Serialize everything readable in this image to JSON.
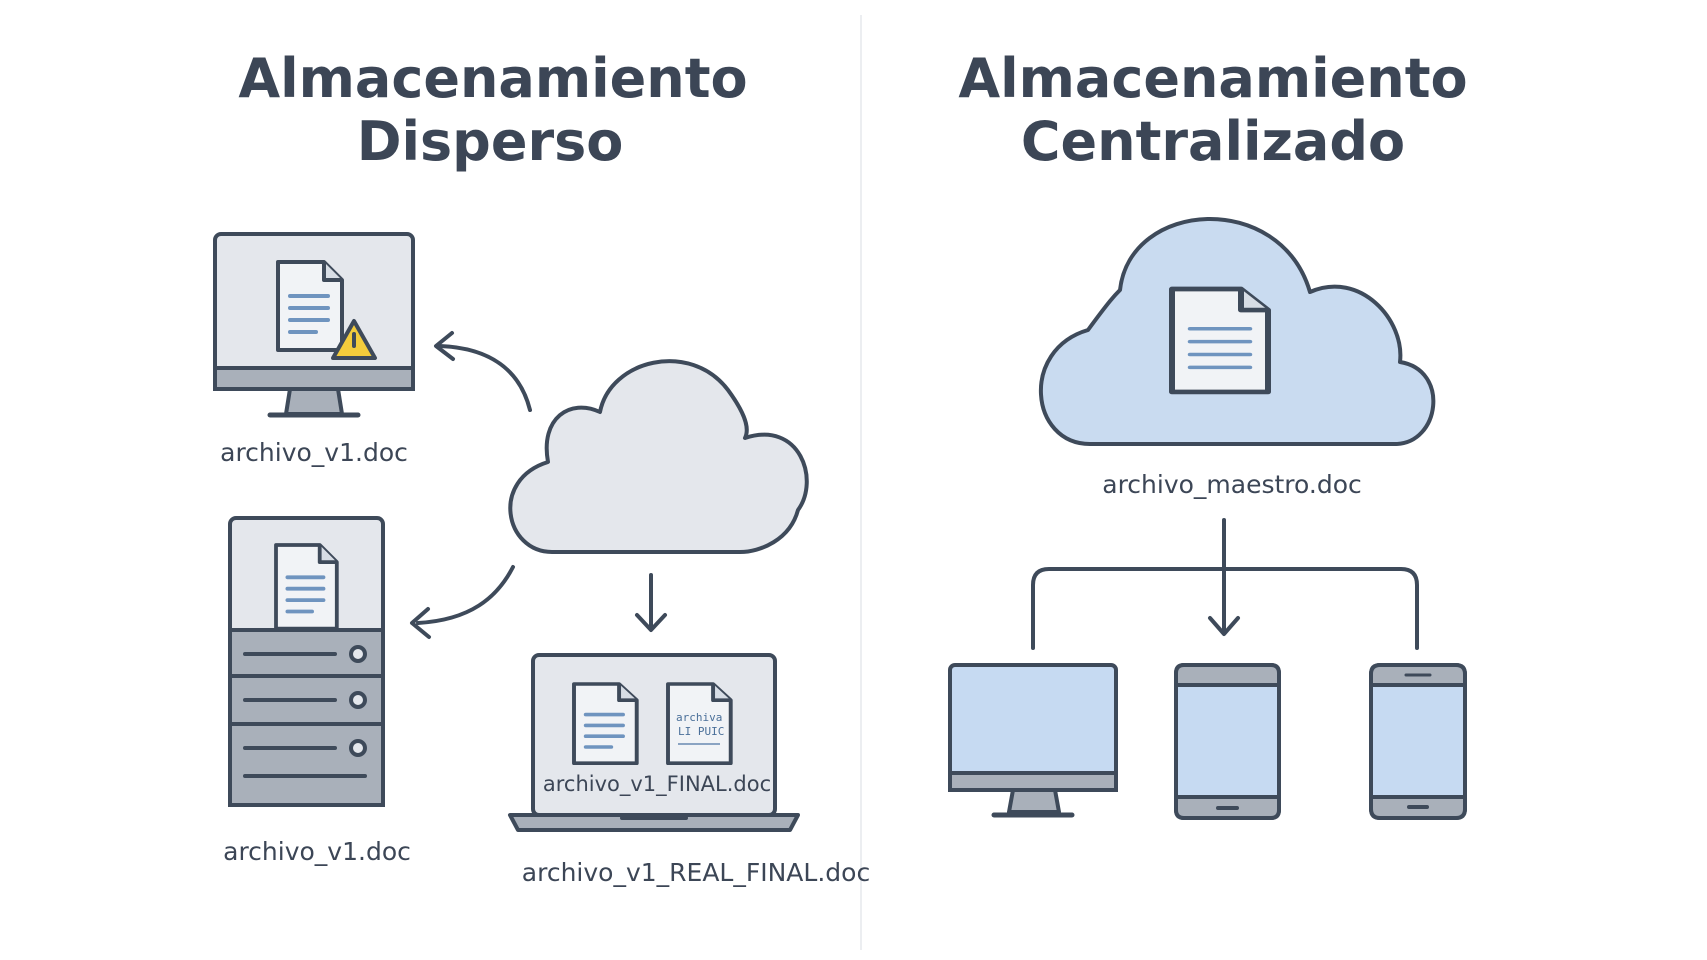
{
  "colors": {
    "stroke": "#3e4a5a",
    "light_fill": "#e4e7ec",
    "paper": "#f1f3f6",
    "doc_lines": "#6f94bf",
    "cloud_blue": "#c9dbf0",
    "screen_blue": "#c6daf2",
    "device_gray": "#a9b0ba",
    "warning": "#f3cc3c",
    "divider": "#eceef1",
    "text": "#3c4656"
  },
  "left": {
    "title_line1": "Almacenamiento",
    "title_line2": "Disperso",
    "desktop_label": "archivo_v1.doc",
    "server_label": "archivo_v1.doc",
    "laptop_screen_label": "archivo_v1_FINAL.doc",
    "laptop_label": "archivo_v1_REAL_FINAL.doc",
    "scribble_line1": "archiva",
    "scribble_line2": "LI PUIC"
  },
  "right": {
    "title_line1": "Almacenamiento",
    "title_line2": "Centralizado",
    "cloud_label": "archivo_maestro.doc"
  },
  "icons": {
    "warning": "warning-icon",
    "cloud": "cloud-icon",
    "document": "document-icon",
    "monitor": "monitor-icon",
    "tablet": "tablet-icon",
    "phone": "phone-icon",
    "server": "server-icon",
    "laptop": "laptop-icon"
  }
}
